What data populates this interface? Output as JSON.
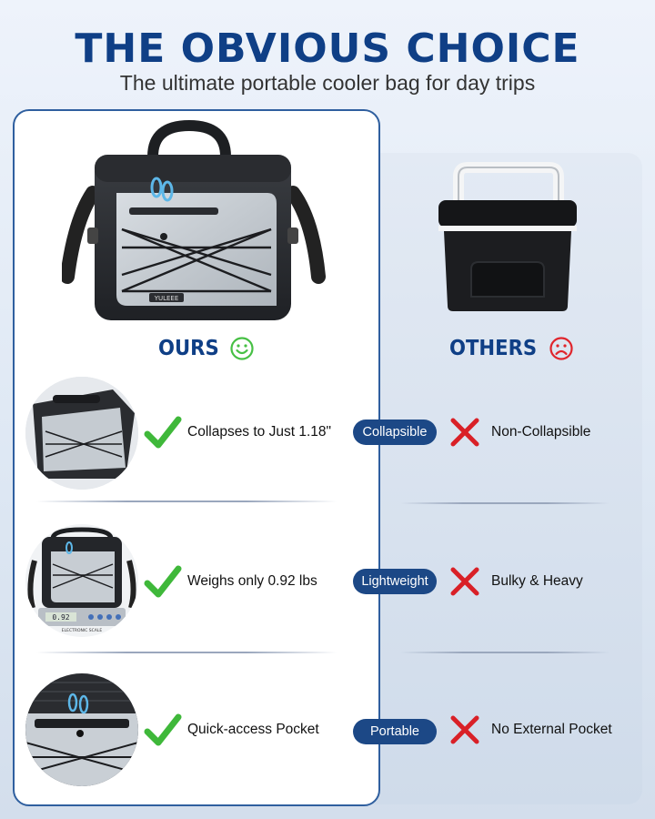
{
  "header": {
    "title": "THE OBVIOUS CHOICE",
    "subtitle": "The ultimate portable cooler bag for day trips"
  },
  "ours": {
    "label": "OURS",
    "brand_tag": "YULEEE",
    "scale_label": "ELECTRONIC SCALE",
    "scale_readout": "0.92"
  },
  "others": {
    "label": "OTHERS"
  },
  "rows": [
    {
      "ours_text": "Collapses to Just 1.18\"",
      "pill": "Collapsible",
      "others_text": "Non-Collapsible"
    },
    {
      "ours_text": "Weighs only 0.92 lbs",
      "pill": "Lightweight",
      "others_text": "Bulky & Heavy"
    },
    {
      "ours_text": "Quick-access Pocket",
      "pill": "Portable",
      "others_text": "No External Pocket"
    }
  ],
  "colors": {
    "brand_blue": "#0f3f86",
    "pill_blue": "#1c4886",
    "check_green": "#3fb83a",
    "cross_red": "#d92027",
    "happy_face": "#47c045",
    "sad_face": "#e0252c"
  },
  "icons": {
    "happy": "smiley-face-icon",
    "sad": "sad-face-icon",
    "check": "checkmark-icon",
    "cross": "cross-icon"
  }
}
